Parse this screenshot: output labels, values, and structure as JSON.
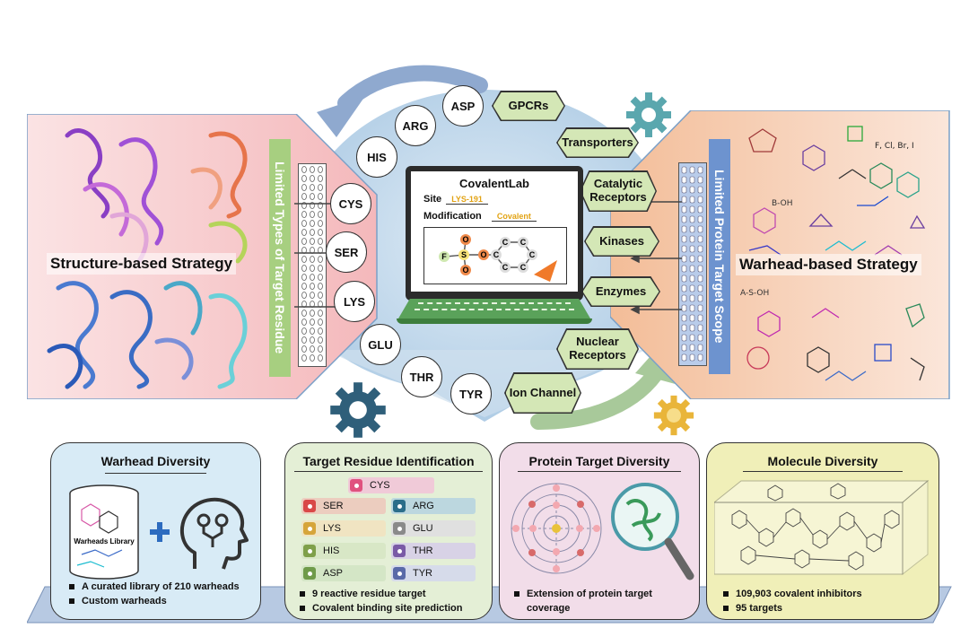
{
  "left_panel": {
    "title": "Structure-based Strategy",
    "vertical_label": "Limited Types of Target Residue"
  },
  "right_panel": {
    "title": "Warhead-based Strategy",
    "vertical_label": "Limited Protein Target  Scope"
  },
  "residues": [
    "ASP",
    "ARG",
    "HIS",
    "CYS",
    "SER",
    "LYS",
    "GLU",
    "THR",
    "TYR"
  ],
  "targets": [
    "GPCRs",
    "Transporters",
    "Catalytic Receptors",
    "Kinases",
    "Enzymes",
    "Nuclear Receptors",
    "Ion Channel"
  ],
  "laptop": {
    "title": "CovalentLab",
    "site_label": "Site",
    "site_value": "LYS-191",
    "mod_label": "Modification",
    "mod_value": "Covalent",
    "atoms": {
      "f": "F",
      "s": "S",
      "o": "O",
      "c": "C"
    }
  },
  "warhead_labels": {
    "halogens": "F, Cl, Br, I",
    "boh": "B-OH",
    "soh": "A-S-OH"
  },
  "cards": {
    "warhead": {
      "title": "Warhead Diversity",
      "library_label": "Warheads Library",
      "bullets": [
        "A curated library of 210 warheads",
        "Custom warheads"
      ]
    },
    "residue": {
      "title": "Target Residue Identification",
      "rows": [
        {
          "left": "CYS",
          "lcolor": "#e0527f"
        },
        {
          "left": "SER",
          "lcolor": "#d94848",
          "right": "ARG",
          "rcolor": "#2b6e8a"
        },
        {
          "left": "LYS",
          "lcolor": "#d6a53a",
          "right": "GLU",
          "rcolor": "#8a8a8a"
        },
        {
          "left": "HIS",
          "lcolor": "#7fa04a",
          "right": "THR",
          "rcolor": "#7a5aa6"
        },
        {
          "left": "ASP",
          "lcolor": "#6f9b4a",
          "right": "TYR",
          "rcolor": "#5a6aa8"
        }
      ],
      "bullets": [
        "9 reactive residue target",
        "Covalent binding site prediction"
      ]
    },
    "protein": {
      "title": "Protein Target Diversity",
      "bullets": [
        "Extension of protein target coverage"
      ]
    },
    "molecule": {
      "title": "Molecule Diversity",
      "bullets": [
        "109,903 covalent inhibitors",
        "95 targets"
      ]
    }
  },
  "colors": {
    "left_bg": "#f7d0d2",
    "right_bg": "#f6d3bd",
    "green_label": "#a7cf80",
    "blue_label": "#6d93cf",
    "center_blue": "#9fc3e2",
    "gear_teal": "#5aa7ae",
    "gear_navy": "#2f5f7a",
    "gear_gold": "#e9b53a"
  }
}
